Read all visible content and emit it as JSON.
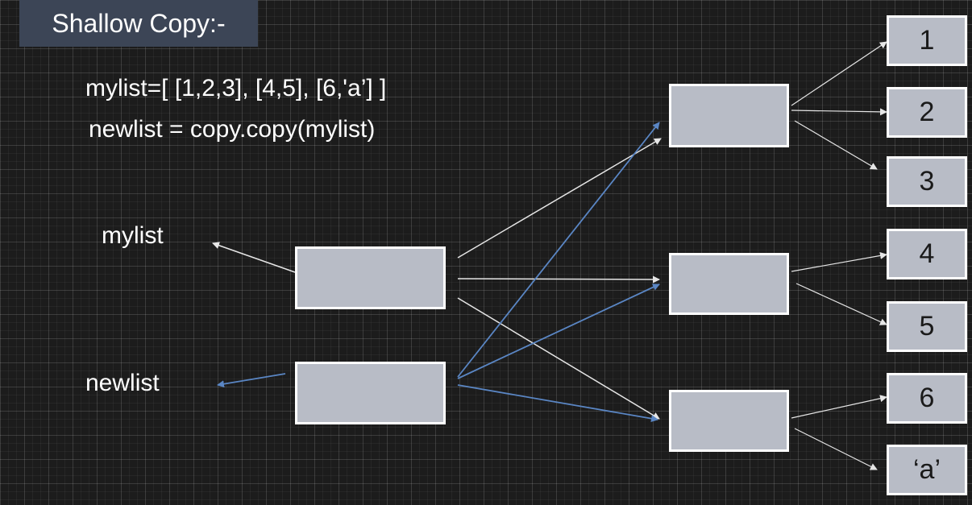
{
  "title": "Shallow Copy:-",
  "code": {
    "line1": "mylist=[ [1,2,3], [4,5], [6,'a’] ]",
    "line2": "newlist = copy.copy(mylist)"
  },
  "labels": {
    "mylist": "mylist",
    "newlist": "newlist"
  },
  "values": [
    "1",
    "2",
    "3",
    "4",
    "5",
    "6",
    "‘a’"
  ],
  "colors": {
    "background": "#1c1c1c",
    "title_bar": "#3c4556",
    "box_fill": "#b8bcc6",
    "white_arrow": "#e6e6e6",
    "blue_arrow": "#5a86c4"
  }
}
